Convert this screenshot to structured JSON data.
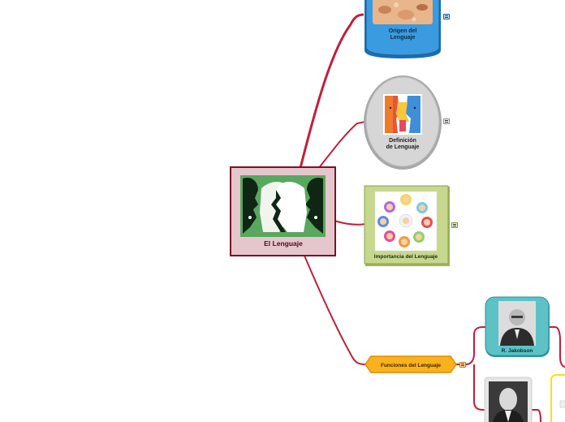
{
  "root": {
    "label": "El Lenguaje",
    "image": "faces-silhouettes-image"
  },
  "topics": [
    {
      "id": "origen",
      "label_lines": [
        "Origen del",
        "Lenguaje"
      ],
      "image": "cave-painting-image"
    },
    {
      "id": "definicion",
      "label_lines": [
        "Definición",
        "de Lenguaje"
      ],
      "image": "colored-faces-image"
    },
    {
      "id": "importancia",
      "label": "Importancia del Lenguaje",
      "image": "children-circle-image"
    },
    {
      "id": "funciones",
      "label": "Funciones del Lenguaje"
    }
  ],
  "subtopics": [
    {
      "id": "jakobson",
      "label": "R. Jakobson",
      "image": "jakobson-portrait-image"
    },
    {
      "id": "portrait2",
      "label": "",
      "image": "man-portrait-image"
    }
  ],
  "colors": {
    "branch": "#c0203a",
    "root_fill": "#e6c6cd",
    "root_border": "#7a1226",
    "origen_fill": "#3a9be0",
    "definicion_fill": "#d6d6d6",
    "importancia_fill": "#c7d88e",
    "funciones_fill": "#f9b21c",
    "jakobson_fill": "#5cc2c5",
    "portrait_fill": "#e6e6e6",
    "partial_border": "#f5e21d"
  }
}
